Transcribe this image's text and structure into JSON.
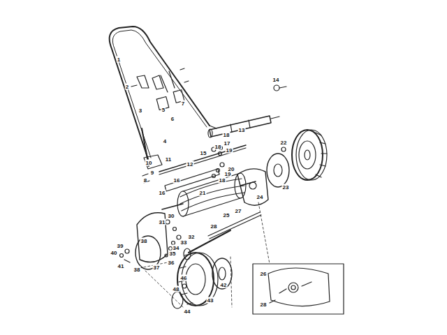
{
  "diagram": {
    "labels": [
      "1",
      "2",
      "3",
      "4",
      "5",
      "6",
      "7",
      "8",
      "9",
      "10",
      "11",
      "12",
      "13",
      "14",
      "15",
      "16",
      "16",
      "17",
      "18",
      "18",
      "18",
      "19",
      "19",
      "20",
      "21",
      "22",
      "23",
      "24",
      "25",
      "26",
      "27",
      "28",
      "28",
      "30",
      "31",
      "32",
      "33",
      "34",
      "35",
      "36",
      "37",
      "38",
      "38",
      "39",
      "40",
      "41",
      "42",
      "43",
      "44",
      "46",
      "48"
    ]
  }
}
